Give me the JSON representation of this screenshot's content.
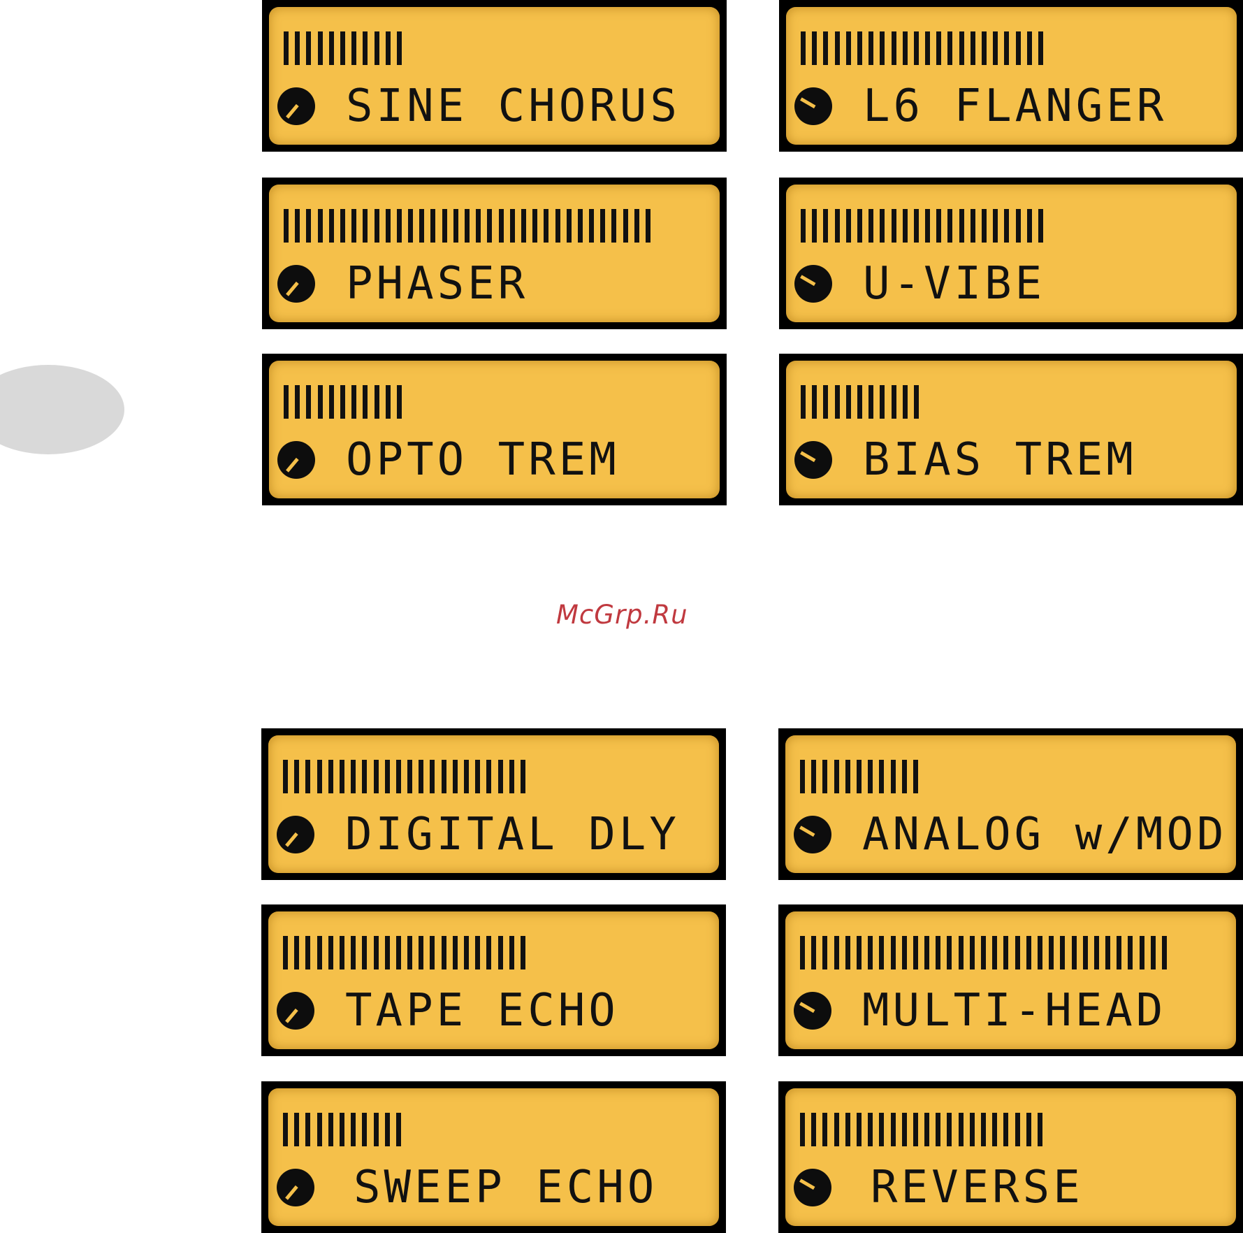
{
  "watermark": "McGrp.Ru",
  "colors": {
    "lcd_background": "#f5c04a",
    "bezel": "#000000",
    "ink": "#111111",
    "watermark": "#c0393f"
  },
  "displays": [
    {
      "label": "SINE CHORUS",
      "bar_segments": 11,
      "knob": "knob-icon"
    },
    {
      "label": "L6 FLANGER",
      "bar_segments": 22,
      "knob": "knob-icon"
    },
    {
      "label": "PHASER",
      "bar_segments": 33,
      "knob": "knob-icon"
    },
    {
      "label": "U-VIBE",
      "bar_segments": 22,
      "knob": "knob-icon"
    },
    {
      "label": "OPTO TREM",
      "bar_segments": 11,
      "knob": "knob-icon"
    },
    {
      "label": "BIAS TREM",
      "bar_segments": 11,
      "knob": "knob-icon"
    },
    {
      "label": "DIGITAL DLY",
      "bar_segments": 22,
      "knob": "knob-icon"
    },
    {
      "label": "ANALOG w/MOD",
      "bar_segments": 11,
      "knob": "knob-icon"
    },
    {
      "label": "TAPE ECHO",
      "bar_segments": 22,
      "knob": "knob-icon"
    },
    {
      "label": "MULTI-HEAD",
      "bar_segments": 33,
      "knob": "knob-icon"
    },
    {
      "label": "SWEEP ECHO",
      "bar_segments": 11,
      "knob": "knob-icon"
    },
    {
      "label": "REVERSE",
      "bar_segments": 22,
      "knob": "knob-icon"
    }
  ]
}
